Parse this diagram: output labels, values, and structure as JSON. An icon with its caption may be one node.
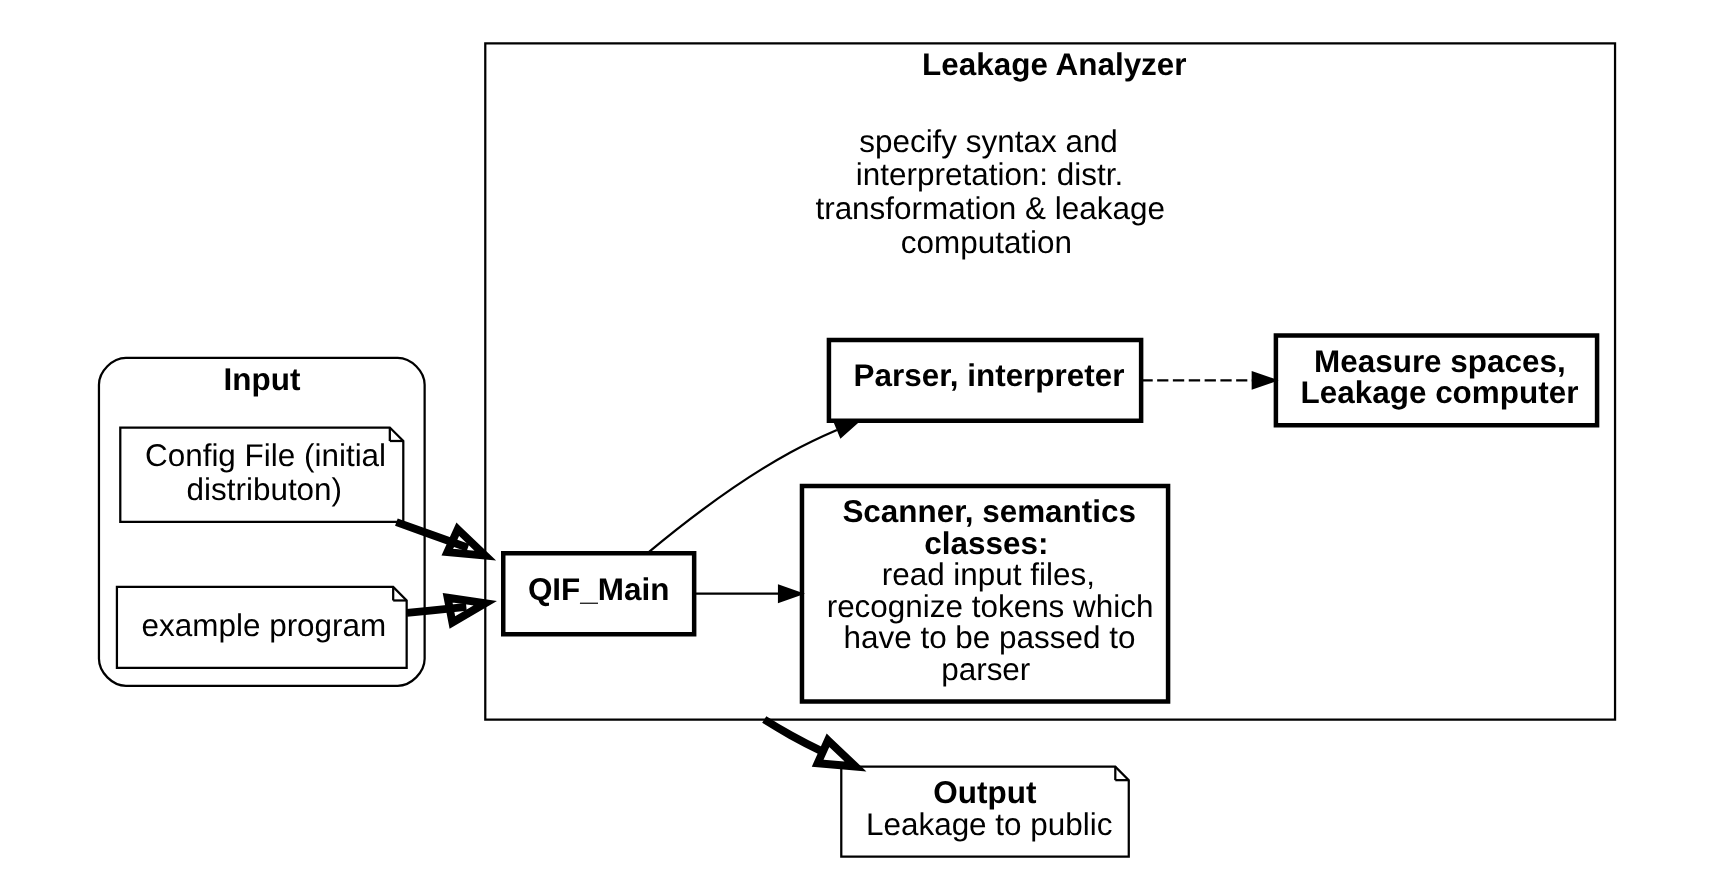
{
  "diagram": {
    "nodes": [
      {
        "text": [
          "Input"
        ]
      },
      {
        "text": [
          "Config File (initial distributon)"
        ],
        "in": 0
      },
      {
        "text": [
          "example program"
        ],
        "in": 0
      },
      {
        "text": [
          "Leakage Analyzer"
        ]
      },
      {
        "text": [
          "QIF_Main"
        ],
        "in": 3
      },
      {
        "text": [
          "Scanner, semantics classes:",
          "read input files, recognize tokens which have to be passed to parser"
        ],
        "in": 3
      },
      {
        "text": [
          "Parser, interpreter"
        ],
        "in": 3,
        "beside": [
          "specify syntax and interpretation: distr. transformation & leakage computation"
        ]
      },
      {
        "text": [
          "Measure spaces, Leakage computer"
        ],
        "in": 3
      },
      {
        "text": [
          "Output",
          "Leakage to public"
        ]
      }
    ],
    "edges": [
      {
        "from": 1,
        "to": 3,
        "arrow": "to",
        "style": "thick"
      },
      {
        "from": 2,
        "to": 3,
        "arrow": "to",
        "style": "thick"
      },
      {
        "from": 3,
        "to": 8,
        "arrow": "to",
        "style": "thick"
      },
      {
        "from": 4,
        "to": 5,
        "arrow": "to"
      },
      {
        "from": 4,
        "to": 6,
        "arrow": "to"
      },
      {
        "from": 6,
        "to": 7,
        "arrow": "to",
        "style": "dashed"
      }
    ]
  }
}
